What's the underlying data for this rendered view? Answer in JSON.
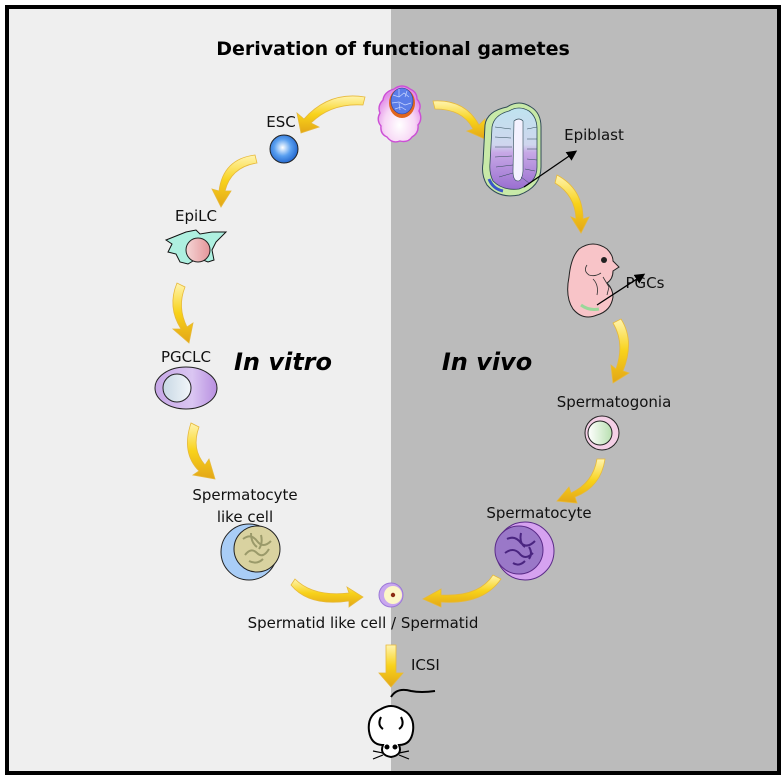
{
  "title": "Derivation of functional gametes",
  "regions": {
    "left": "In vitro",
    "right": "In vivo"
  },
  "colors": {
    "left_background": "#efefef",
    "right_background": "#bbbbbb",
    "arrow": "#f5c518",
    "border": "#000000"
  },
  "in_vitro_stages": [
    {
      "label": "ESC",
      "icon": "blue-sphere-cell-icon"
    },
    {
      "label": "EpiLC",
      "icon": "epiblast-like-cell-icon"
    },
    {
      "label": "PGCLC",
      "icon": "pgc-like-cell-icon"
    },
    {
      "label_line1": "Spermatocyte",
      "label_line2": "like cell",
      "icon": "spermatocyte-like-cell-icon"
    }
  ],
  "in_vivo_stages": [
    {
      "label": "Epiblast",
      "icon": "egg-cylinder-embryo-icon"
    },
    {
      "label": "PGCs",
      "icon": "fetus-icon"
    },
    {
      "label": "Spermatogonia",
      "icon": "spermatogonia-cell-icon"
    },
    {
      "label": "Spermatocyte",
      "icon": "spermatocyte-cell-icon"
    }
  ],
  "start": {
    "icon": "blastocyst-icon"
  },
  "convergence": {
    "label": "Spermatid like cell / Spermatid",
    "icon": "spermatid-cell-icon"
  },
  "final_step": {
    "label": "ICSI",
    "icon": "mouse-icon"
  }
}
